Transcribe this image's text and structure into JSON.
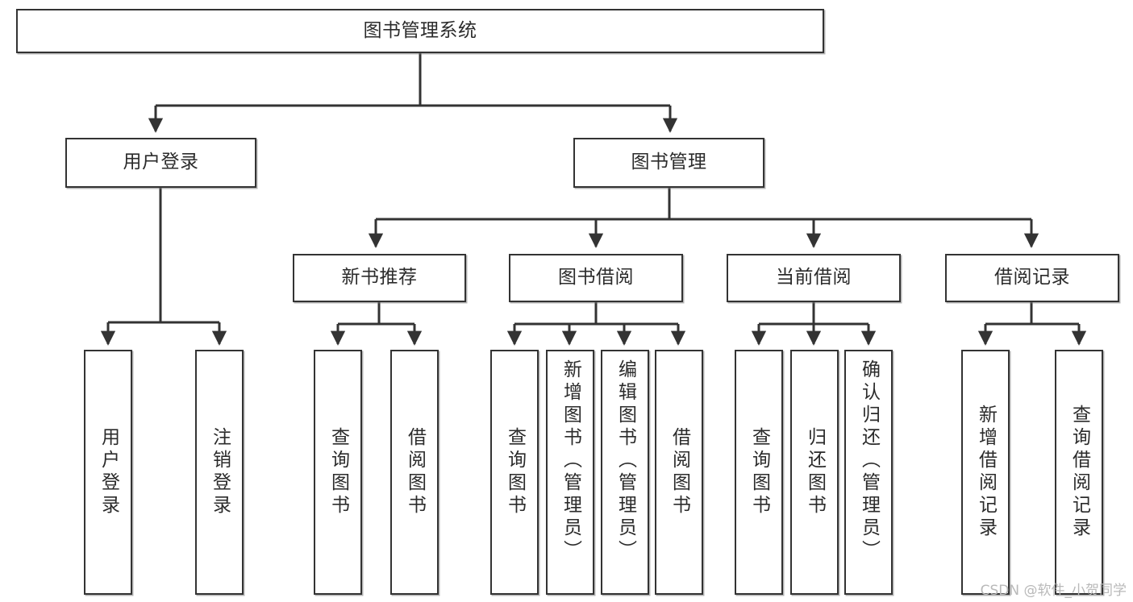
{
  "diagram": {
    "type": "tree",
    "title": "图书管理系统",
    "watermark": "CSDN @软件_小贺同学",
    "colors": {
      "box_border": "#333333",
      "box_fill": "#ffffff",
      "edge": "#333333",
      "text": "#2b2b2b",
      "watermark": "#b9b9b9",
      "background": "#ffffff"
    },
    "levels": [
      {
        "level": 1,
        "nodes": [
          {
            "id": "root",
            "label": "图书管理系统",
            "orientation": "horizontal"
          }
        ]
      },
      {
        "level": 2,
        "nodes": [
          {
            "id": "user-login",
            "label": "用户登录",
            "orientation": "horizontal",
            "parent": "root"
          },
          {
            "id": "book-manage",
            "label": "图书管理",
            "orientation": "horizontal",
            "parent": "root"
          }
        ]
      },
      {
        "level": 3,
        "nodes": [
          {
            "id": "new-book-rec",
            "label": "新书推荐",
            "orientation": "horizontal",
            "parent": "book-manage"
          },
          {
            "id": "book-borrow",
            "label": "图书借阅",
            "orientation": "horizontal",
            "parent": "book-manage"
          },
          {
            "id": "current-borrow",
            "label": "当前借阅",
            "orientation": "horizontal",
            "parent": "book-manage"
          },
          {
            "id": "borrow-record",
            "label": "借阅记录",
            "orientation": "horizontal",
            "parent": "book-manage"
          }
        ]
      },
      {
        "level": 4,
        "nodes": [
          {
            "id": "leaf-user-login",
            "label": "用户登录",
            "orientation": "vertical",
            "parent": "user-login"
          },
          {
            "id": "leaf-logout",
            "label": "注销登录",
            "orientation": "vertical",
            "parent": "user-login"
          },
          {
            "id": "leaf-query-book-1",
            "label": "查询图书",
            "orientation": "vertical",
            "parent": "new-book-rec"
          },
          {
            "id": "leaf-borrow-book-1",
            "label": "借阅图书",
            "orientation": "vertical",
            "parent": "new-book-rec"
          },
          {
            "id": "leaf-query-book-2",
            "label": "查询图书",
            "orientation": "vertical",
            "parent": "book-borrow"
          },
          {
            "id": "leaf-add-book",
            "label": "新增图书（管理员）",
            "orientation": "vertical",
            "parent": "book-borrow"
          },
          {
            "id": "leaf-edit-book",
            "label": "编辑图书（管理员）",
            "orientation": "vertical",
            "parent": "book-borrow"
          },
          {
            "id": "leaf-borrow-book-2",
            "label": "借阅图书",
            "orientation": "vertical",
            "parent": "book-borrow"
          },
          {
            "id": "leaf-query-book-3",
            "label": "查询图书",
            "orientation": "vertical",
            "parent": "current-borrow"
          },
          {
            "id": "leaf-return-book",
            "label": "归还图书",
            "orientation": "vertical",
            "parent": "current-borrow"
          },
          {
            "id": "leaf-confirm-return",
            "label": "确认归还（管理员）",
            "orientation": "vertical",
            "parent": "current-borrow"
          },
          {
            "id": "leaf-add-record",
            "label": "新增借阅记录",
            "orientation": "vertical",
            "parent": "borrow-record"
          },
          {
            "id": "leaf-query-record",
            "label": "查询借阅记录",
            "orientation": "vertical",
            "parent": "borrow-record"
          }
        ]
      }
    ]
  }
}
